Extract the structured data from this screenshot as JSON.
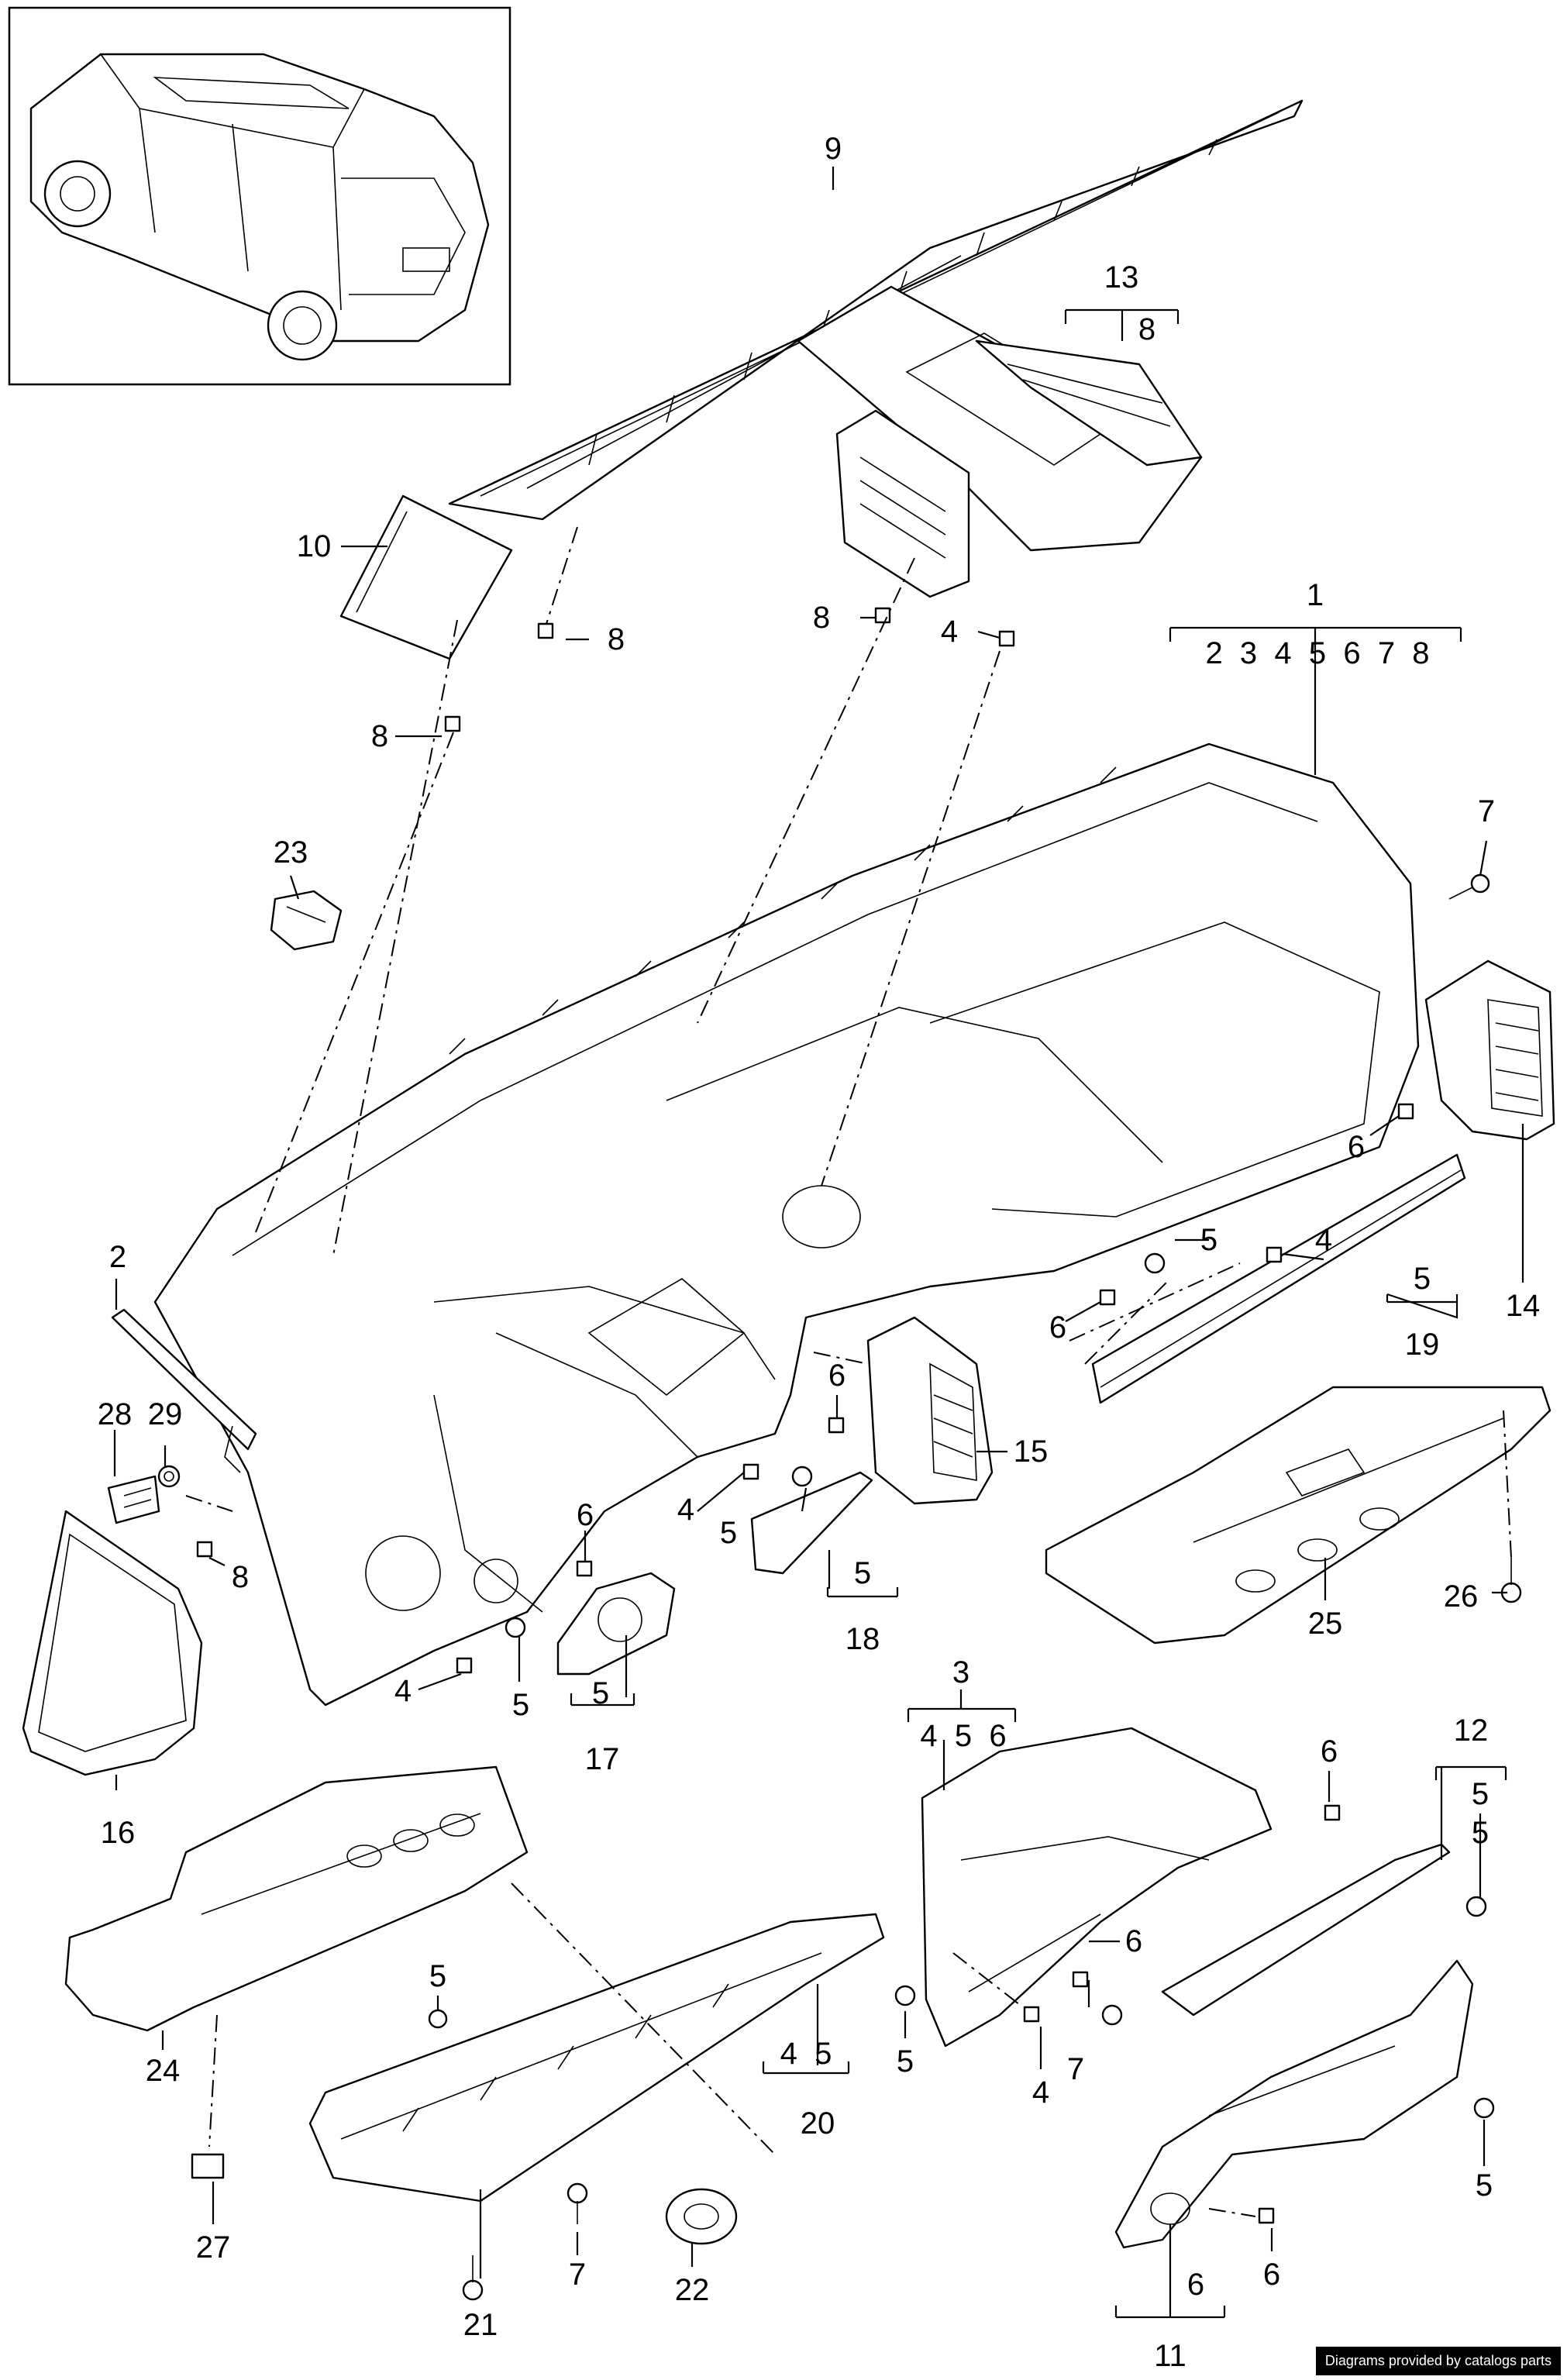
{
  "credit": "Diagrams provided by catalogs parts",
  "callouts": [
    {
      "id": "c9",
      "text": "9"
    },
    {
      "id": "c13",
      "text": "13"
    },
    {
      "id": "c13s",
      "text": "8"
    },
    {
      "id": "c10",
      "text": "10"
    },
    {
      "id": "c8a",
      "text": "8"
    },
    {
      "id": "c8b",
      "text": "8"
    },
    {
      "id": "c4a",
      "text": "4"
    },
    {
      "id": "c8c",
      "text": "8"
    },
    {
      "id": "c1",
      "text": "1"
    },
    {
      "id": "c1s",
      "text": "2  3  4  5  6  7  8"
    },
    {
      "id": "c7a",
      "text": "7"
    },
    {
      "id": "c23",
      "text": "23"
    },
    {
      "id": "c6a",
      "text": "6"
    },
    {
      "id": "c14",
      "text": "14"
    },
    {
      "id": "c4b",
      "text": "4"
    },
    {
      "id": "c5a",
      "text": "5"
    },
    {
      "id": "c2",
      "text": "2"
    },
    {
      "id": "c6b",
      "text": "6"
    },
    {
      "id": "c19s",
      "text": "5"
    },
    {
      "id": "c19",
      "text": "19"
    },
    {
      "id": "c6c",
      "text": "6"
    },
    {
      "id": "c15",
      "text": "15"
    },
    {
      "id": "c28",
      "text": "28"
    },
    {
      "id": "c29",
      "text": "29"
    },
    {
      "id": "c4c",
      "text": "4"
    },
    {
      "id": "c5b",
      "text": "5"
    },
    {
      "id": "c18s",
      "text": "5"
    },
    {
      "id": "c18",
      "text": "18"
    },
    {
      "id": "c6d",
      "text": "6"
    },
    {
      "id": "c8d",
      "text": "8"
    },
    {
      "id": "c26",
      "text": "26"
    },
    {
      "id": "c25",
      "text": "25"
    },
    {
      "id": "c4d",
      "text": "4"
    },
    {
      "id": "c5c",
      "text": "5"
    },
    {
      "id": "c17s",
      "text": "5"
    },
    {
      "id": "c17",
      "text": "17"
    },
    {
      "id": "c3",
      "text": "3"
    },
    {
      "id": "c3s",
      "text": "4  5  6"
    },
    {
      "id": "c6e",
      "text": "6"
    },
    {
      "id": "c12",
      "text": "12"
    },
    {
      "id": "c12s",
      "text": "5"
    },
    {
      "id": "c16",
      "text": "16"
    },
    {
      "id": "c5d",
      "text": "5"
    },
    {
      "id": "c6f",
      "text": "6"
    },
    {
      "id": "c5e",
      "text": "5"
    },
    {
      "id": "c24",
      "text": "24"
    },
    {
      "id": "c20s",
      "text": "4  5"
    },
    {
      "id": "c20",
      "text": "20"
    },
    {
      "id": "c5f",
      "text": "5"
    },
    {
      "id": "c7b",
      "text": "7"
    },
    {
      "id": "c4e",
      "text": "4"
    },
    {
      "id": "c27",
      "text": "27"
    },
    {
      "id": "c5g",
      "text": "5"
    },
    {
      "id": "c7c",
      "text": "7"
    },
    {
      "id": "c22",
      "text": "22"
    },
    {
      "id": "c21",
      "text": "21"
    },
    {
      "id": "c11s",
      "text": "6"
    },
    {
      "id": "c6g",
      "text": "6"
    },
    {
      "id": "c11",
      "text": "11"
    }
  ]
}
